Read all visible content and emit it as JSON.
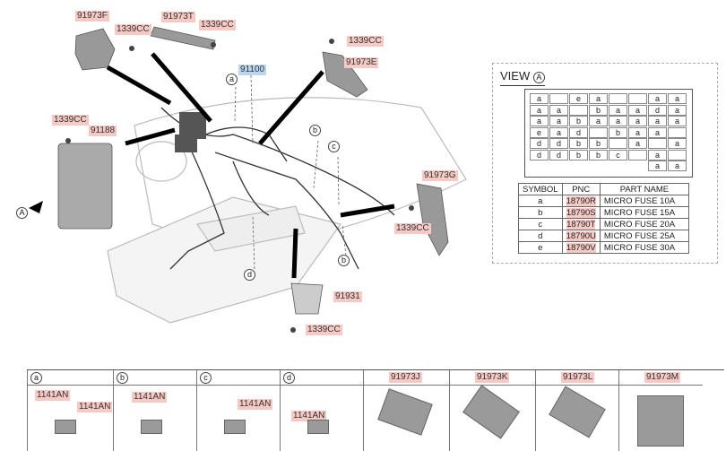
{
  "callouts": {
    "p91973F": "91973F",
    "p91973T": "91973T",
    "c1": "1339CC",
    "c2": "1339CC",
    "c3": "1339CC",
    "p91973E": "91973E",
    "p91100": "91100",
    "c4": "1339CC",
    "p91188": "91188",
    "p91973G": "91973G",
    "c5": "1339CC",
    "p91931": "91931",
    "c6": "1339CC",
    "sym_a": "a",
    "sym_b1": "b",
    "sym_c": "c",
    "sym_d": "d",
    "sym_b2": "b",
    "view_marker": "A"
  },
  "view": {
    "title": "VIEW",
    "marker": "A",
    "grid": [
      [
        "a",
        "",
        "e",
        "a",
        "",
        "",
        "a",
        "a"
      ],
      [
        "a",
        "a",
        "",
        "b",
        "a",
        "a",
        "d",
        "a"
      ],
      [
        "a",
        "a",
        "b",
        "a",
        "a",
        "a",
        "a",
        "a"
      ],
      [
        "e",
        "a",
        "d",
        "",
        "b",
        "a",
        "a",
        ""
      ],
      [
        "d",
        "d",
        "b",
        "b",
        "",
        "a",
        "",
        "a"
      ],
      [
        "d",
        "d",
        "b",
        "b",
        "c",
        "",
        "a",
        ""
      ],
      [
        "",
        "",
        "",
        "",
        "",
        "",
        "a",
        "a"
      ]
    ],
    "table": {
      "headers": [
        "SYMBOL",
        "PNC",
        "PART NAME"
      ],
      "rows": [
        [
          "a",
          "18790R",
          "MICRO FUSE 10A"
        ],
        [
          "b",
          "18790S",
          "MICRO FUSE 15A"
        ],
        [
          "c",
          "18790T",
          "MICRO FUSE 20A"
        ],
        [
          "d",
          "18790U",
          "MICRO FUSE 25A"
        ],
        [
          "e",
          "18790V",
          "MICRO FUSE 30A"
        ]
      ]
    }
  },
  "bottom": [
    {
      "head": "a",
      "circle": true,
      "labels": [
        "1141AN",
        "1141AN"
      ]
    },
    {
      "head": "b",
      "circle": true,
      "labels": [
        "1141AN"
      ]
    },
    {
      "head": "c",
      "circle": true,
      "labels": [
        "1141AN"
      ]
    },
    {
      "head": "d",
      "circle": true,
      "labels": [
        "1141AN"
      ]
    },
    {
      "head": "91973J",
      "circle": false,
      "labels": []
    },
    {
      "head": "91973K",
      "circle": false,
      "labels": []
    },
    {
      "head": "91973L",
      "circle": false,
      "labels": []
    },
    {
      "head": "91973M",
      "circle": false,
      "labels": []
    }
  ]
}
